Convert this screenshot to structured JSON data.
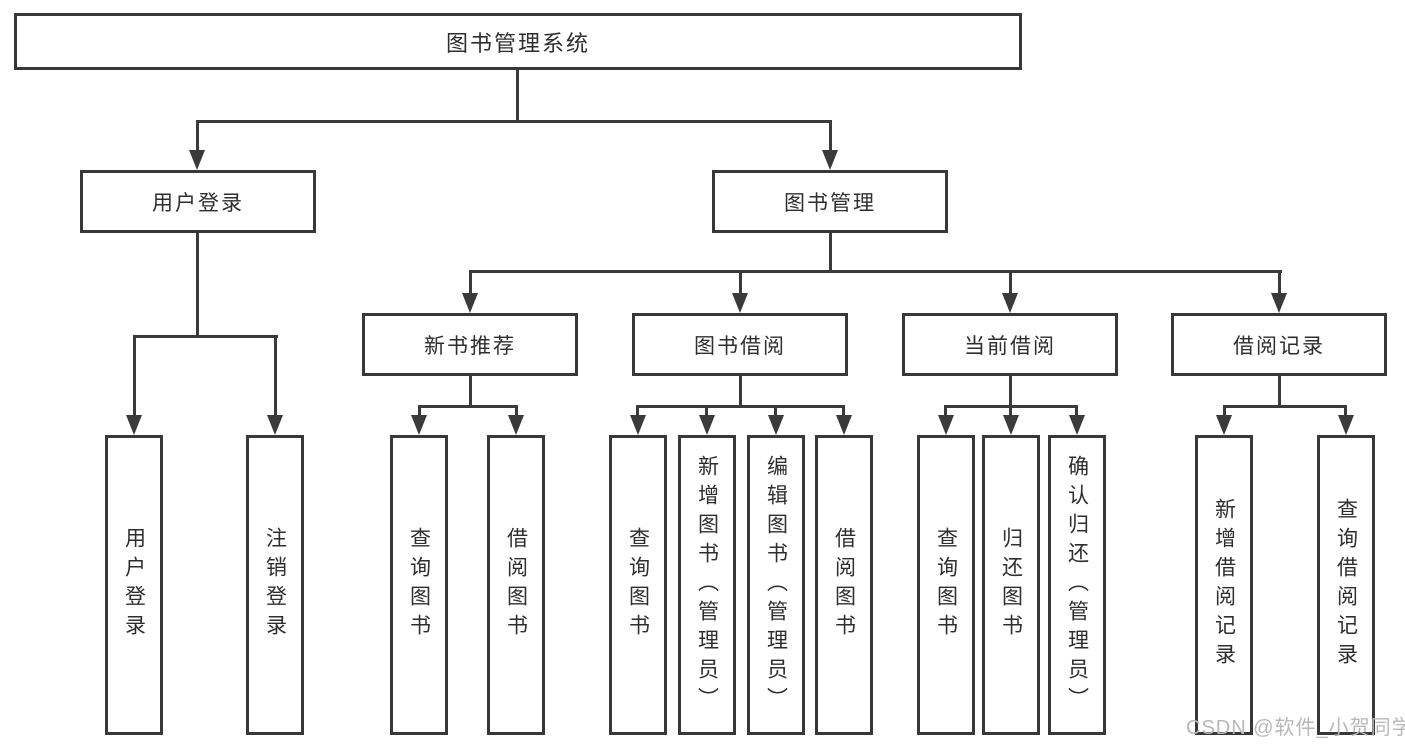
{
  "diagram": {
    "root": {
      "label": "图书管理系统"
    },
    "branches": [
      {
        "label": "用户登录",
        "children": [
          {
            "label": "用户登录"
          },
          {
            "label": "注销登录"
          }
        ]
      },
      {
        "label": "图书管理",
        "children": [
          {
            "label": "新书推荐",
            "children": [
              {
                "label": "查询图书"
              },
              {
                "label": "借阅图书"
              }
            ]
          },
          {
            "label": "图书借阅",
            "children": [
              {
                "label": "查询图书"
              },
              {
                "label": "新增图书（管理员）"
              },
              {
                "label": "编辑图书（管理员）"
              },
              {
                "label": "借阅图书"
              }
            ]
          },
          {
            "label": "当前借阅",
            "children": [
              {
                "label": "查询图书"
              },
              {
                "label": "归还图书"
              },
              {
                "label": "确认归还（管理员）"
              }
            ]
          },
          {
            "label": "借阅记录",
            "children": [
              {
                "label": "新增借阅记录"
              },
              {
                "label": "查询借阅记录"
              }
            ]
          }
        ]
      }
    ],
    "watermark": "CSDN @软件_小贺同学",
    "colors": {
      "line": "#3a3a3a",
      "border": "#383838",
      "text": "#2e2e2e",
      "watermark": "#b8b8b8",
      "background": "#ffffff"
    }
  }
}
